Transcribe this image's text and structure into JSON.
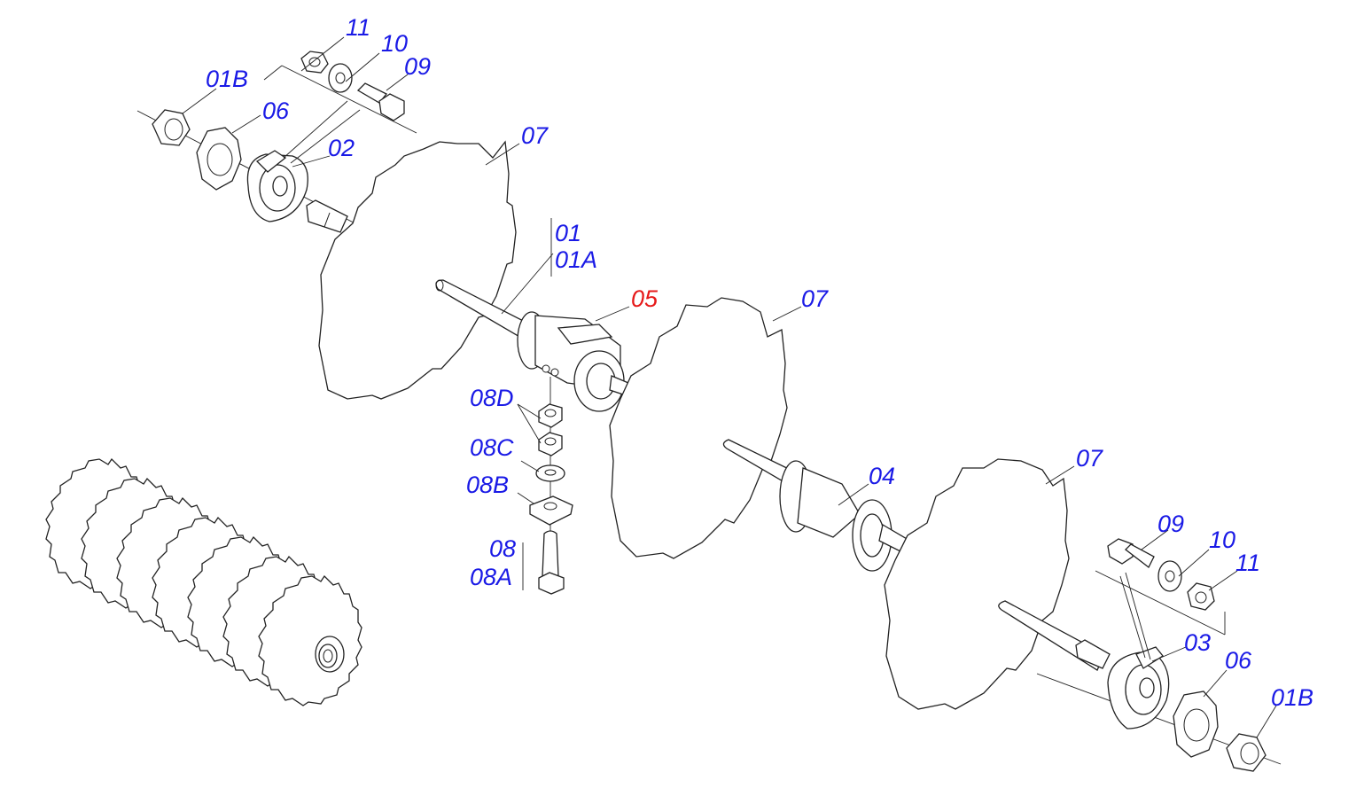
{
  "colors": {
    "label": "#1a1ae6",
    "highlight": "#e61919",
    "line": "#222222"
  },
  "labels": {
    "p11_top": "11",
    "p10_top": "10",
    "p09_top": "09",
    "p01B_top": "01B",
    "p06_top": "06",
    "p02": "02",
    "p07_a": "07",
    "p01": "01",
    "p01A": "01A",
    "p05": "05",
    "p07_b": "07",
    "p08D": "08D",
    "p08C": "08C",
    "p08B": "08B",
    "p08": "08",
    "p08A": "08A",
    "p04": "04",
    "p07_c": "07",
    "p09_bot": "09",
    "p10_bot": "10",
    "p11_bot": "11",
    "p03": "03",
    "p06_bot": "06",
    "p01B_bot": "01B"
  }
}
